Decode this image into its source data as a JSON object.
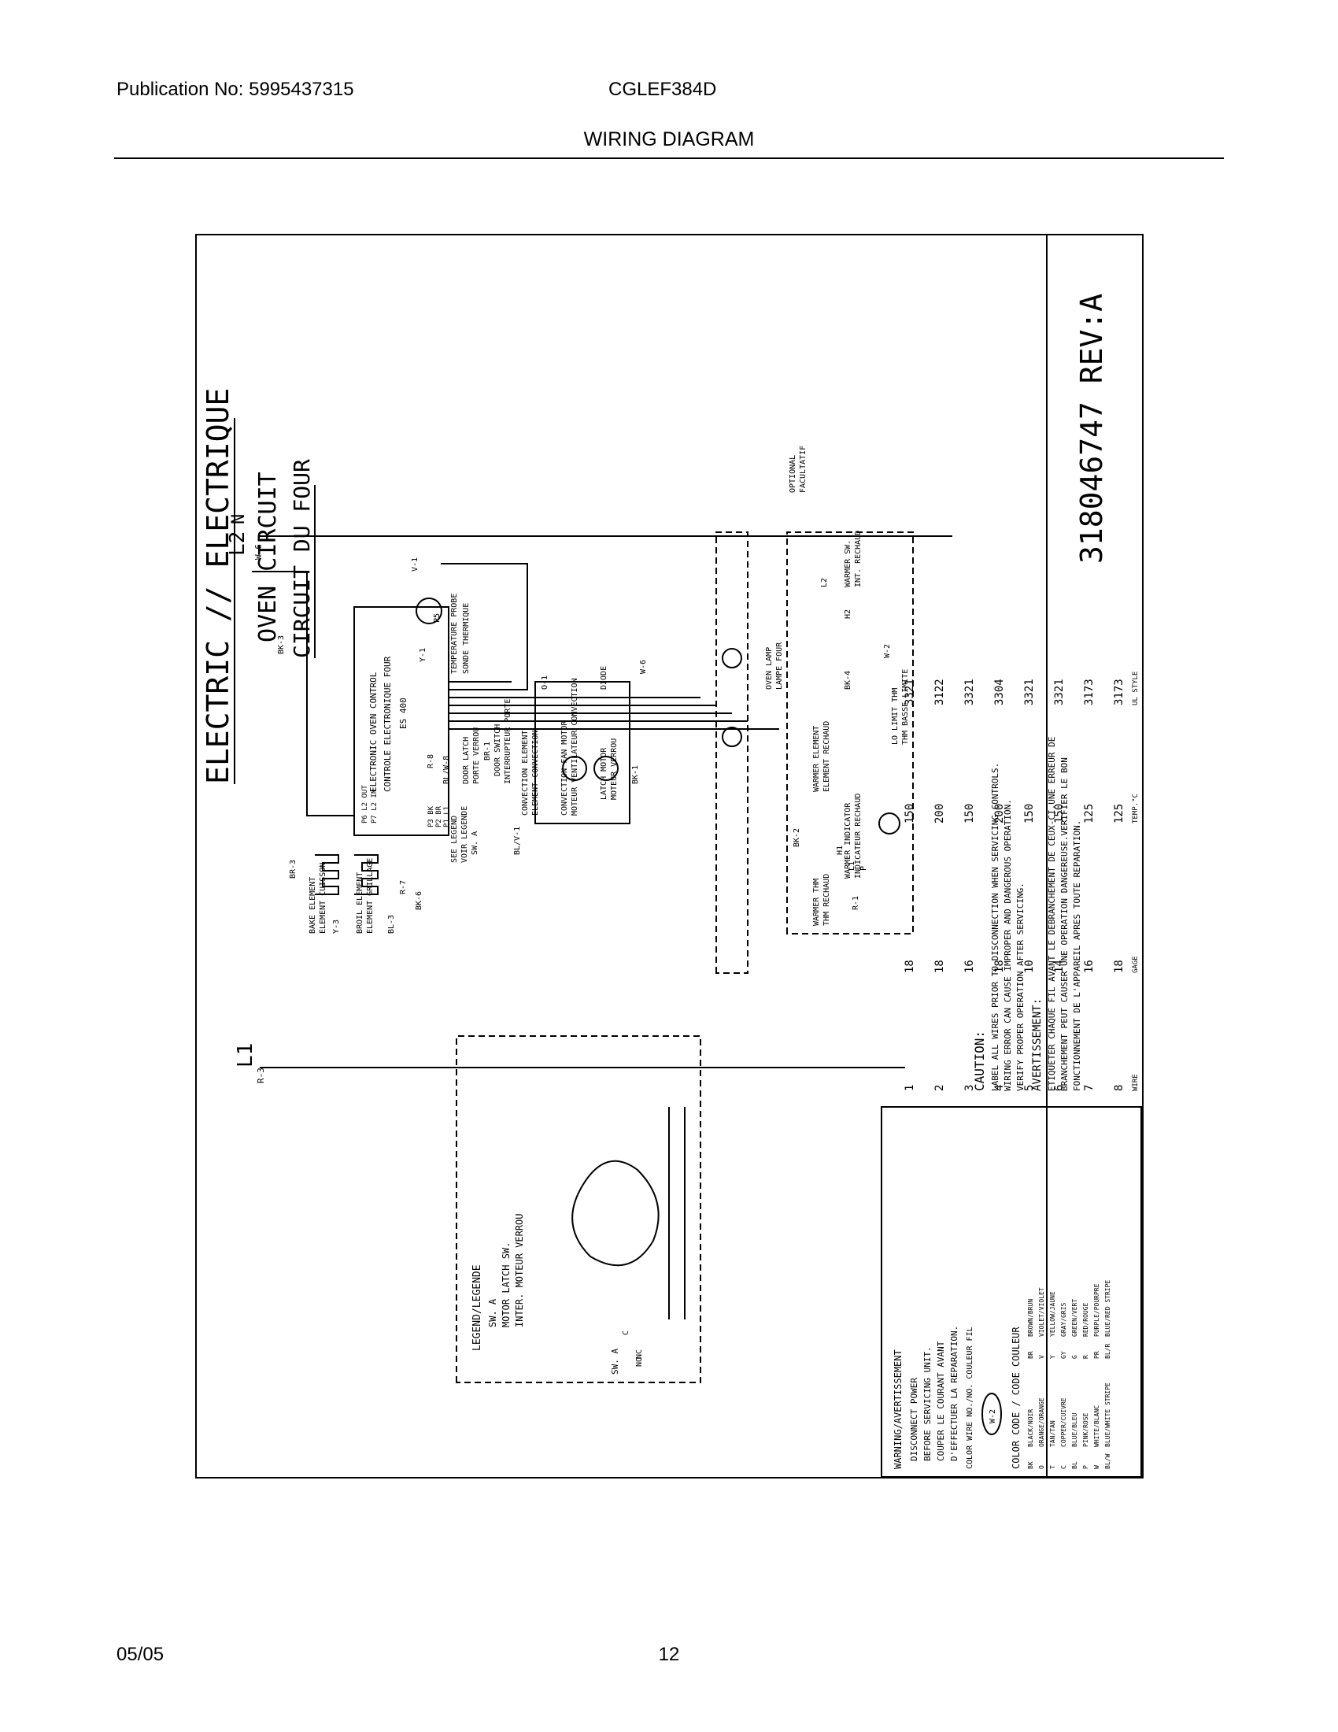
{
  "header": {
    "publication": "Publication No: 5995437315",
    "model": "CGLEF384D",
    "title": "WIRING DIAGRAM"
  },
  "footer": {
    "date": "05/05",
    "page": "12"
  },
  "diagram": {
    "main_title": "ELECTRIC // ELECTRIQUE",
    "sub_title_1": "OVEN CIRCUIT",
    "sub_title_2": "CIRCUIT DU FOUR",
    "part_number": "318046747 REV:A",
    "power": {
      "l2": "L2",
      "n": "N",
      "n_wire": "W-6",
      "l1": "L1",
      "l1_wire": "R-3"
    },
    "control": {
      "name": "ELECTRONIC OVEN CONTROL",
      "name_fr": "CONTROLE ELECTRONIQUE FOUR",
      "model": "ES 400",
      "p5": "P5",
      "p7": "P7 L2 IN",
      "p6": "P6 L2 OUT",
      "pins": [
        "P3 BK",
        "P2 BR",
        "P1 L1"
      ]
    },
    "labels": {
      "bk3": "BK-3",
      "v1": "V-1",
      "y1": "Y-1",
      "temp_probe": "TEMPERATURE PROBE",
      "temp_probe_fr": "SONDE THERMIQUE",
      "r8": "R-8",
      "blw8": "BL/W-8",
      "o1": "O-1",
      "door_latch": "DOOR LATCH",
      "door_latch_fr": "PORTE VERROU",
      "br1": "BR-1",
      "door_switch": "DOOR SWITCH",
      "door_switch_fr": "INTERRUPTEUR PORTE",
      "see_legend": "SEE LEGEND",
      "see_legend_fr": "VOIR LEGENDE",
      "sw_a": "SW. A",
      "blv1": "BL/V-1",
      "conv_element": "CONVECTION ELEMENT",
      "conv_element_fr": "ELEMENT CONVECTION",
      "conv_fan": "CONVECTION FAN MOTOR",
      "conv_fan_fr": "MOTEUR VENTILATEUR CONVECTION",
      "diode": "DIODE",
      "latch_motor": "LATCH MOTOR",
      "latch_motor_fr": "MOTEUR VERROU",
      "bk1": "BK-1",
      "w6": "W-6",
      "bake": "BAKE ELEMENT",
      "bake_fr": "ELEMENT CUISSON",
      "broil": "BROIL ELEMENT",
      "broil_fr": "ELEMENT GRILLAGE",
      "br3": "BR-3",
      "y3": "Y-3",
      "bl3": "BL-3",
      "r7": "R-7",
      "bk6": "BK-6",
      "oven_lamp": "OVEN LAMP",
      "oven_lamp_fr": "LAMPE FOUR",
      "optional": "OPTIONAL",
      "optional_fr": "FACULTATIF",
      "bk2": "BK-2",
      "bk4": "BK-4",
      "warmer_elem": "WARMER ELEMENT",
      "warmer_elem_fr": "ELEMENT RECHAUD",
      "warmer_sw": "WARMER SW.",
      "warmer_sw_fr": "INT. RECHAUD",
      "warmer_ind": "WARMER INDICATOR",
      "warmer_ind_fr": "INDICATEUR RECHAUD",
      "warmer_thm": "WARMER THM",
      "warmer_thm_fr": "THM RECHAUD",
      "lo_limit": "LO LIMIT THM",
      "lo_limit_fr": "THM BASSE LIMITE",
      "r1": "R-1",
      "w2": "W-2",
      "h1": "H1",
      "h2": "H2",
      "l1s": "L1",
      "l2s": "L2",
      "p": "P"
    },
    "caution": {
      "title": "CAUTION:",
      "lines": [
        "LABEL ALL WIRES PRIOR TO DISCONNECTION WHEN SERVICING CONTROLS.",
        "WIRING ERROR CAN CAUSE IMPROPER AND DANGEROUS OPERATION.",
        "VERIFY PROPER OPERATION AFTER SERVICING."
      ]
    },
    "avertissement": {
      "title": "AVERTISSEMENT:",
      "lines": [
        "ETIQUETER CHAQUE FIL AVANT LE DEBRANCHEMENT DE CEUX-CI.UNE ERREUR DE",
        "BRANCHEMENT PEUT CAUSER UNE OPERATION DANGEREUSE.VERIFIER LE BON",
        "FONCTIONNEMENT DE L'APPAREIL APRES TOUTE REPARATION."
      ]
    },
    "legend": {
      "title": "LEGEND/LEGENDE",
      "sw": "SW. A",
      "line1": "MOTOR LATCH SW.",
      "line2": "INTER. MOTEUR VERROU",
      "sw_a": "SW. A",
      "c": "C",
      "nc": "NC",
      "no": "NO"
    },
    "warning": {
      "title": "WARNING/AVERTISSEMENT",
      "lines": [
        "DISCONNECT POWER",
        "BEFORE SERVICING UNIT.",
        "COUPER LE COURANT AVANT",
        "D'EFFECTUER LA REPARATION."
      ],
      "color_wire": "COLOR WIRE NO./NO. COULEUR FIL",
      "badge": "W-2"
    },
    "color_code": {
      "title": "COLOR CODE / CODE COULEUR",
      "rows": [
        [
          "BK",
          "BLACK/NOIR",
          "BR",
          "BROWN/BRUN"
        ],
        [
          "O",
          "ORANGE/ORANGE",
          "V",
          "VIOLET/VIOLET"
        ],
        [
          "T",
          "TAN/TAN",
          "Y",
          "YELLOW/JAUNE"
        ],
        [
          "C",
          "COPPER/CUIVRE",
          "GY",
          "GRAY/GRIS"
        ],
        [
          "BL",
          "BLUE/BLEU",
          "G",
          "GREEN/VERT"
        ],
        [
          "P",
          "PINK/ROSE",
          "R",
          "RED/ROUGE"
        ],
        [
          "W",
          "WHITE/BLANC",
          "PR",
          "PURPLE/POURPRE"
        ],
        [
          "BL/W",
          "BLUE/WHITE STRIPE",
          "BL/R",
          "BLUE/RED STRIPE"
        ]
      ]
    },
    "wire_table": {
      "headers": [
        "WIRE",
        "GAGE",
        "TEMP.°C",
        "UL STYLE"
      ],
      "rows": [
        [
          "8",
          "18",
          "125",
          "3173"
        ],
        [
          "7",
          "16",
          "125",
          "3173"
        ],
        [
          "6",
          "14",
          "150",
          "3321"
        ],
        [
          "5",
          "10",
          "150",
          "3321"
        ],
        [
          "4",
          "18",
          "200",
          "3304"
        ],
        [
          "3",
          "16",
          "150",
          "3321"
        ],
        [
          "2",
          "18",
          "200",
          "3122"
        ],
        [
          "1",
          "18",
          "150",
          "3321"
        ]
      ]
    }
  }
}
